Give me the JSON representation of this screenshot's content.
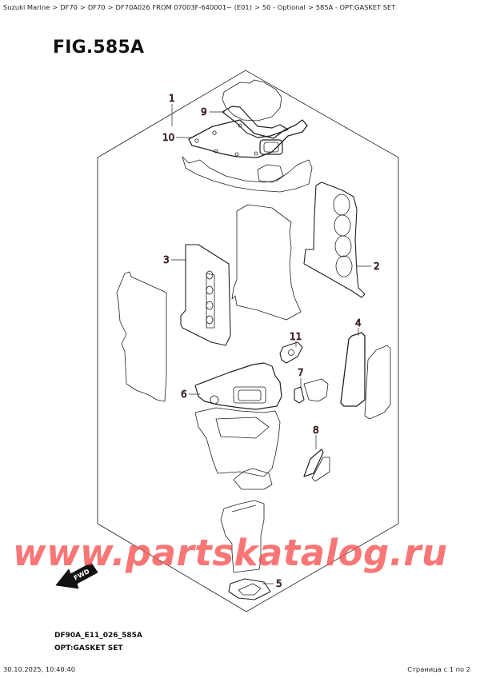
{
  "breadcrumb": {
    "items": [
      "Suzuki Marine",
      "DF70",
      "DF70",
      "DF70A026 FROM 07003F-640001~ (E01)",
      "50 - Optional",
      "585A - OPT:GASKET SET"
    ],
    "separator": ">"
  },
  "figure": {
    "title": "FIG.585A",
    "code": "DF90A_E11_026_585A",
    "caption": "OPT:GASKET SET",
    "fwd_label": "FWD"
  },
  "callouts": [
    {
      "id": "1",
      "label": "1"
    },
    {
      "id": "2",
      "label": "2"
    },
    {
      "id": "3",
      "label": "3"
    },
    {
      "id": "4",
      "label": "4"
    },
    {
      "id": "5",
      "label": "5"
    },
    {
      "id": "6",
      "label": "6"
    },
    {
      "id": "7",
      "label": "7"
    },
    {
      "id": "8",
      "label": "8"
    },
    {
      "id": "9",
      "label": "9"
    },
    {
      "id": "10",
      "label": "10"
    },
    {
      "id": "11",
      "label": "11"
    }
  ],
  "watermark": "www.partskatalog.ru",
  "footer": {
    "datetime": "30.10.2025, 10:40:40",
    "page": "Страница с 1 по 2"
  },
  "colors": {
    "callout": "#c1272d",
    "line": "#222222",
    "watermark": "#f65050"
  }
}
